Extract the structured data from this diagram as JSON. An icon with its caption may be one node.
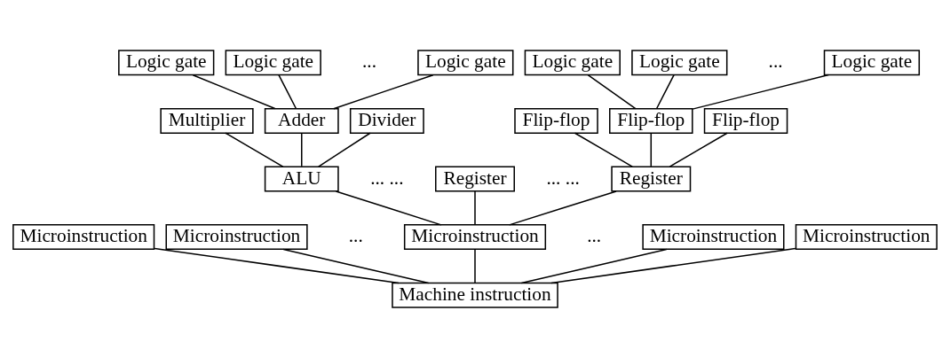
{
  "diagram": {
    "nodes": [
      {
        "text": [
          "Logic gate"
        ]
      },
      {
        "text": [
          "Logic gate"
        ]
      },
      {
        "text": [
          "Logic gate"
        ]
      },
      {
        "text": [
          "Logic gate"
        ]
      },
      {
        "text": [
          "Logic gate"
        ]
      },
      {
        "text": [
          "Logic gate"
        ]
      },
      {
        "text": [
          "Multiplier"
        ]
      },
      {
        "text": [
          "Adder"
        ]
      },
      {
        "text": [
          "Divider"
        ]
      },
      {
        "text": [
          "Flip-flop"
        ]
      },
      {
        "text": [
          "Flip-flop"
        ]
      },
      {
        "text": [
          "Flip-flop"
        ]
      },
      {
        "text": [
          "ALU"
        ]
      },
      {
        "text": [
          "Register"
        ]
      },
      {
        "text": [
          "Register"
        ]
      },
      {
        "text": [
          "Microinstruction"
        ]
      },
      {
        "text": [
          "Microinstruction"
        ]
      },
      {
        "text": [
          "Microinstruction"
        ]
      },
      {
        "text": [
          "Microinstruction"
        ]
      },
      {
        "text": [
          "Microinstruction"
        ]
      },
      {
        "text": [
          "Machine instruction"
        ]
      }
    ],
    "edges": [
      {
        "from": 20,
        "to": 15,
        "arrow": "none"
      },
      {
        "from": 20,
        "to": 16,
        "arrow": "none"
      },
      {
        "from": 20,
        "to": 17,
        "arrow": "none"
      },
      {
        "from": 20,
        "to": 18,
        "arrow": "none"
      },
      {
        "from": 20,
        "to": 19,
        "arrow": "none"
      },
      {
        "from": 17,
        "to": 12,
        "arrow": "none"
      },
      {
        "from": 17,
        "to": 13,
        "arrow": "none"
      },
      {
        "from": 17,
        "to": 14,
        "arrow": "none"
      },
      {
        "from": 12,
        "to": 6,
        "arrow": "none"
      },
      {
        "from": 12,
        "to": 7,
        "arrow": "none"
      },
      {
        "from": 12,
        "to": 8,
        "arrow": "none"
      },
      {
        "from": 14,
        "to": 9,
        "arrow": "none"
      },
      {
        "from": 14,
        "to": 10,
        "arrow": "none"
      },
      {
        "from": 14,
        "to": 11,
        "arrow": "none"
      },
      {
        "from": 7,
        "to": 0,
        "arrow": "none"
      },
      {
        "from": 7,
        "to": 1,
        "arrow": "none"
      },
      {
        "from": 7,
        "to": 2,
        "arrow": "none"
      },
      {
        "from": 10,
        "to": 3,
        "arrow": "none"
      },
      {
        "from": 10,
        "to": 4,
        "arrow": "none"
      },
      {
        "from": 10,
        "to": 5,
        "arrow": "none"
      }
    ],
    "labels": [
      "...",
      "...",
      "... ...",
      "... ...",
      "...",
      "..."
    ]
  }
}
